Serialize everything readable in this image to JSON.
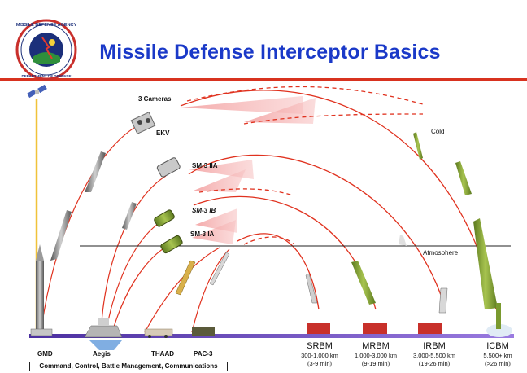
{
  "slide": {
    "title": "Missile Defense Interceptor Basics"
  },
  "logo": {
    "top_text": "MISSILE DEFENSE AGENCY",
    "bottom_text": "DEPARTMENT OF DEFENSE"
  },
  "labels": {
    "cameras": "3 Cameras",
    "ekv": "EKV",
    "sm3_iia": "SM-3 IIA",
    "sm3_ib": "SM-3 IB",
    "sm3_ia": "SM-3 IA",
    "cold": "Cold",
    "atmosphere": "Atmosphere"
  },
  "launchers": {
    "gmd": "GMD",
    "aegis": "Aegis",
    "thaad": "THAAD",
    "pac3": "PAC-3"
  },
  "threats": [
    {
      "class": "SRBM",
      "range": "300-1,000 km",
      "time": "(3-9 min)"
    },
    {
      "class": "MRBM",
      "range": "1,000-3,000 km",
      "time": "(9-19 min)"
    },
    {
      "class": "IRBM",
      "range": "3,000-5,500 km",
      "time": "(19-26 min)"
    },
    {
      "class": "ICBM",
      "range": "5,500+ km",
      "time": "(>26 min)"
    }
  ],
  "footer": {
    "c2bm": "Command, Control, Battle Management, Communications"
  },
  "colors": {
    "title": "#1a39c8",
    "trajectory": "#e0321f",
    "seeker_cone": "#f4a5a5",
    "ground": "#7a52c9"
  }
}
